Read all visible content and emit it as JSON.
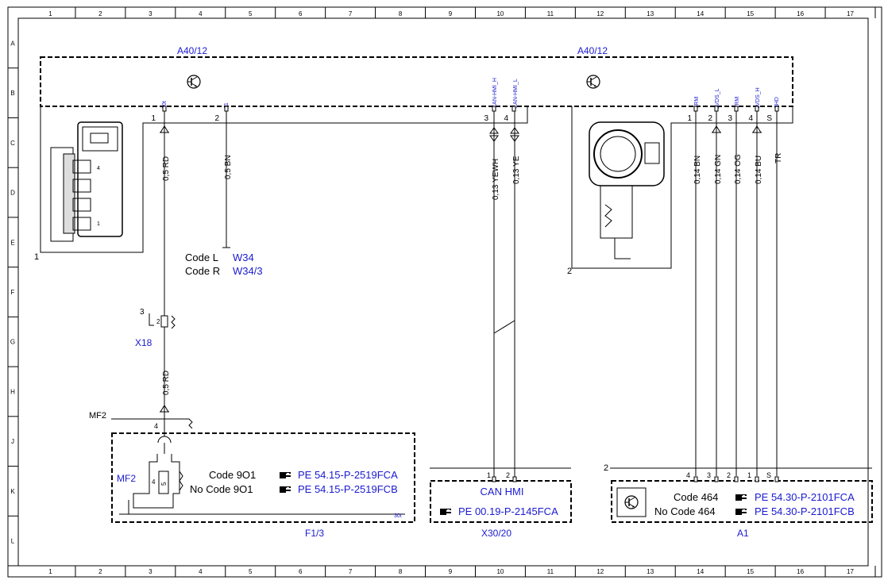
{
  "frame": {
    "cols": [
      "1",
      "2",
      "3",
      "4",
      "5",
      "6",
      "7",
      "8",
      "9",
      "10",
      "11",
      "12",
      "13",
      "14",
      "15",
      "16",
      "17"
    ],
    "rows": [
      "A",
      "B",
      "C",
      "D",
      "E",
      "F",
      "G",
      "H",
      "J",
      "K",
      "L"
    ]
  },
  "modules": {
    "left_title": "A40/12",
    "right_title": "A40/12",
    "left_item_no": "1",
    "right_item_no": "2",
    "left_label": "1"
  },
  "pins_left": [
    {
      "num": "1",
      "name": "30t"
    },
    {
      "num": "2",
      "name": "31"
    },
    {
      "num": "3",
      "name": "CAN-HMI_H"
    },
    {
      "num": "4",
      "name": "CAN-HMI_L"
    }
  ],
  "pins_right": [
    {
      "num": "1",
      "name": "TRM"
    },
    {
      "num": "2",
      "name": "LVDS_L"
    },
    {
      "num": "3",
      "name": "TRM"
    },
    {
      "num": "4",
      "name": "LVDS_H"
    },
    {
      "num": "S",
      "name": "SHD"
    }
  ],
  "wires": {
    "w1": "0,5 RD",
    "w2": "0,5 BN",
    "w3": "0,13 YEWH",
    "w4": "0,13 YE",
    "w5": "0,14 BN",
    "w6": "0,14 GN",
    "w7": "0,14 OG",
    "w8": "0,14 BU",
    "w9": "TR",
    "w10": "0,5 RD"
  },
  "ground": {
    "code_l_label": "Code L",
    "code_l_ref": "W34",
    "code_r_label": "Code R",
    "code_r_ref": "W34/3"
  },
  "connector_x18": {
    "name": "X18",
    "item": "3",
    "pin": "2"
  },
  "connector_mf2": {
    "name": "MF2",
    "pin": "4"
  },
  "f1_3": {
    "name": "F1/3",
    "mf2_label": "MF2",
    "pin_a": "4",
    "pin_b": "5",
    "code_a": "Code 9O1",
    "code_b": "No Code 9O1",
    "ref_a": "PE 54.15-P-2519FCA",
    "ref_b": "PE 54.15-P-2519FCB",
    "terminal": "30t"
  },
  "x30_20": {
    "name": "X30/20",
    "pin_1": "1",
    "pin_2": "2",
    "title": "CAN HMI",
    "ref": "PE 00.19-P-2145FCA"
  },
  "a1": {
    "name": "A1",
    "item": "2",
    "pins": [
      "4",
      "3",
      "2",
      "1",
      "S"
    ],
    "code_a": "Code 464",
    "code_b": "No Code 464",
    "ref_a": "PE 54.30-P-2101FCA",
    "ref_b": "PE 54.30-P-2101FCB"
  },
  "connector_views": {
    "left_pin_4": "4",
    "left_pin_1": "1"
  },
  "icons": [
    "transistor-icon",
    "pointing-hand-icon",
    "connector-view-icon"
  ]
}
